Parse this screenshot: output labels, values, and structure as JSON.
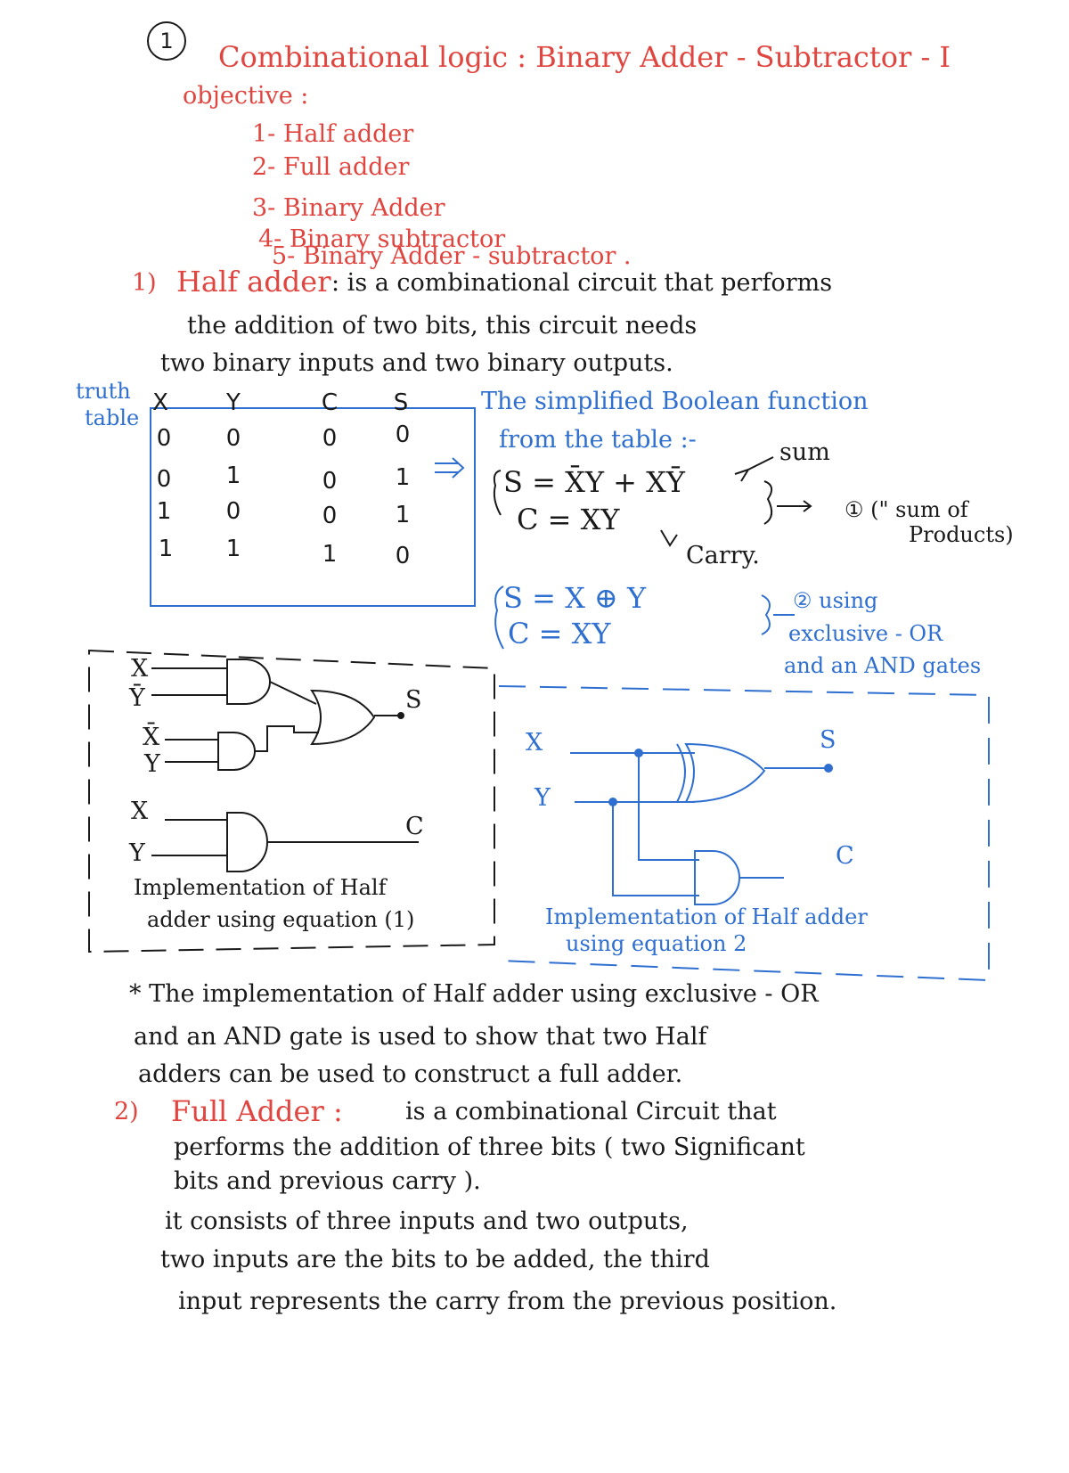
{
  "page_number": "1",
  "title": "Combinational logic : Binary Adder - Subtractor - I",
  "objective_label": "objective :",
  "objectives": [
    "1- Half adder",
    "2- Full adder",
    "3- Binary Adder",
    "4- Binary subtractor",
    "5- Binary Adder - subtractor ."
  ],
  "half_adder": {
    "number": "1)",
    "heading": "Half adder",
    "line1": ": is a combinational circuit that performs",
    "line2": "the addition of two bits, this circuit needs",
    "line3": "two binary inputs and two binary outputs.",
    "truth_table_label_1": "truth",
    "truth_table_label_2": "table",
    "columns": [
      "X",
      "Y",
      "C",
      "S"
    ],
    "rows": [
      [
        "0",
        "0",
        "0",
        "0"
      ],
      [
        "0",
        "1",
        "0",
        "1"
      ],
      [
        "1",
        "0",
        "0",
        "1"
      ],
      [
        "1",
        "1",
        "1",
        "0"
      ]
    ],
    "simplified_1": "The simplified Boolean function",
    "simplified_2": "from the table :-",
    "eq1_s": "S = X̄Y + XȲ",
    "eq1_c": "C = XY",
    "sum_label": "sum",
    "carry_label": "Carry.",
    "sop_label_1": "① (\" sum of",
    "sop_label_2": "Products)",
    "eq2_s": "S = X ⊕ Y",
    "eq2_c": "C = XY",
    "xor_label_1": "② using",
    "xor_label_2": "exclusive - OR",
    "xor_label_3": "and an AND gates",
    "circuit1_inputs": [
      "X",
      "Ȳ",
      "X̄",
      "Y",
      "X",
      "Y"
    ],
    "circuit1_outputs": [
      "S",
      "C"
    ],
    "circuit1_caption_1": "Implementation of Half",
    "circuit1_caption_2": "adder using equation (1)",
    "circuit2_inputs": [
      "X",
      "Y"
    ],
    "circuit2_outputs": [
      "S",
      "C"
    ],
    "circuit2_caption_1": "Implementation of Half adder",
    "circuit2_caption_2": "using equation 2"
  },
  "note": {
    "line1": "* The implementation of Half adder using exclusive - OR",
    "line2": "and an AND gate is used to show that two Half",
    "line3": "adders can be used to construct a full adder."
  },
  "full_adder": {
    "number": "2)",
    "heading": "Full Adder :",
    "line1": "is a combinational Circuit that",
    "line2": "performs the addition of three bits ( two Significant",
    "line3": "bits and previous carry ).",
    "line4": "it consists of three inputs and two outputs,",
    "line5": "two inputs are the bits to be added, the third",
    "line6": "input represents the carry from the previous position."
  },
  "colors": {
    "red_ink": "#e0453f",
    "blue_ink": "#2f6fd0",
    "black_ink": "#1a1a1a"
  }
}
